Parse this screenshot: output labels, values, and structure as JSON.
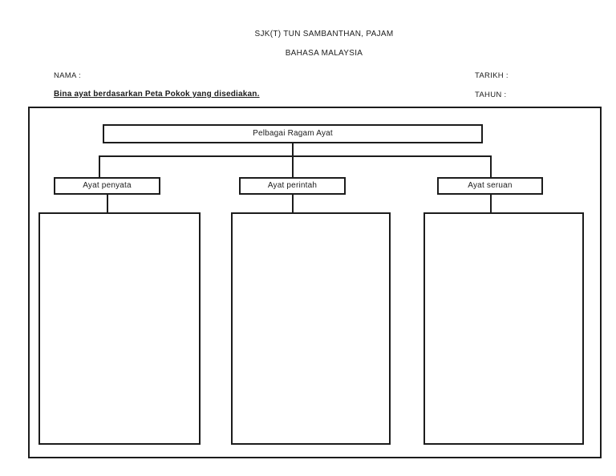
{
  "page": {
    "background_color": "#ffffff",
    "ink_color": "#1c1c1c"
  },
  "header": {
    "school_name": "SJK(T) TUN SAMBANTHAN, PAJAM",
    "subject": "BAHASA MALAYSIA"
  },
  "fields": {
    "nama_label": "NAMA :",
    "tarikh_label": "TARIKH :",
    "tahun_label": "TAHUN :",
    "nama_value": "",
    "tarikh_value": "",
    "tahun_value": ""
  },
  "instruction": "Bina ayat berdasarkan Peta Pokok yang disediakan.",
  "tree_map": {
    "root_label": "Pelbagai Ragam Ayat",
    "branches": [
      {
        "label": "Ayat penyata",
        "answer": ""
      },
      {
        "label": "Ayat perintah",
        "answer": ""
      },
      {
        "label": "Ayat seruan",
        "answer": ""
      }
    ]
  }
}
